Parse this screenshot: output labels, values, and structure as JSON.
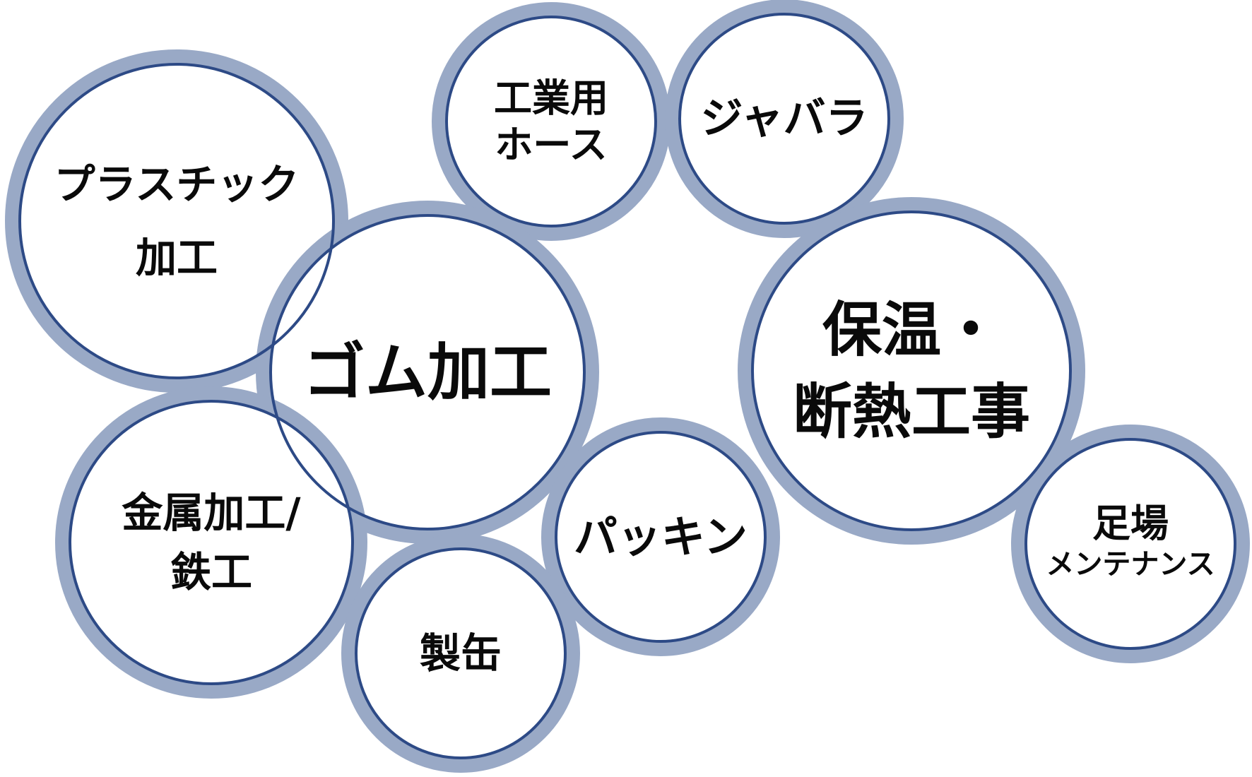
{
  "colors": {
    "halo": "#99a9c6",
    "ring": "#2d4a86",
    "fill": "#ffffff",
    "text": "#0a0a0a"
  },
  "bubbles": [
    {
      "id": "industrial-hose",
      "lines": [
        "工業用",
        "ホース"
      ]
    },
    {
      "id": "bellows",
      "lines": [
        "ジャバラ"
      ]
    },
    {
      "id": "plastic-processing",
      "lines": [
        "プラスチック",
        "加工"
      ]
    },
    {
      "id": "rubber-processing",
      "lines": [
        "ゴム加工"
      ]
    },
    {
      "id": "insulation-work",
      "lines": [
        "保温・",
        "断熱工事"
      ]
    },
    {
      "id": "metal-processing",
      "lines": [
        "金属加工/",
        "鉄工"
      ]
    },
    {
      "id": "packing",
      "lines": [
        "パッキン"
      ]
    },
    {
      "id": "can-manufacturing",
      "lines": [
        "製缶"
      ]
    },
    {
      "id": "scaffold-maintenance",
      "lines": [
        "足場",
        "メンテナンス"
      ]
    }
  ]
}
